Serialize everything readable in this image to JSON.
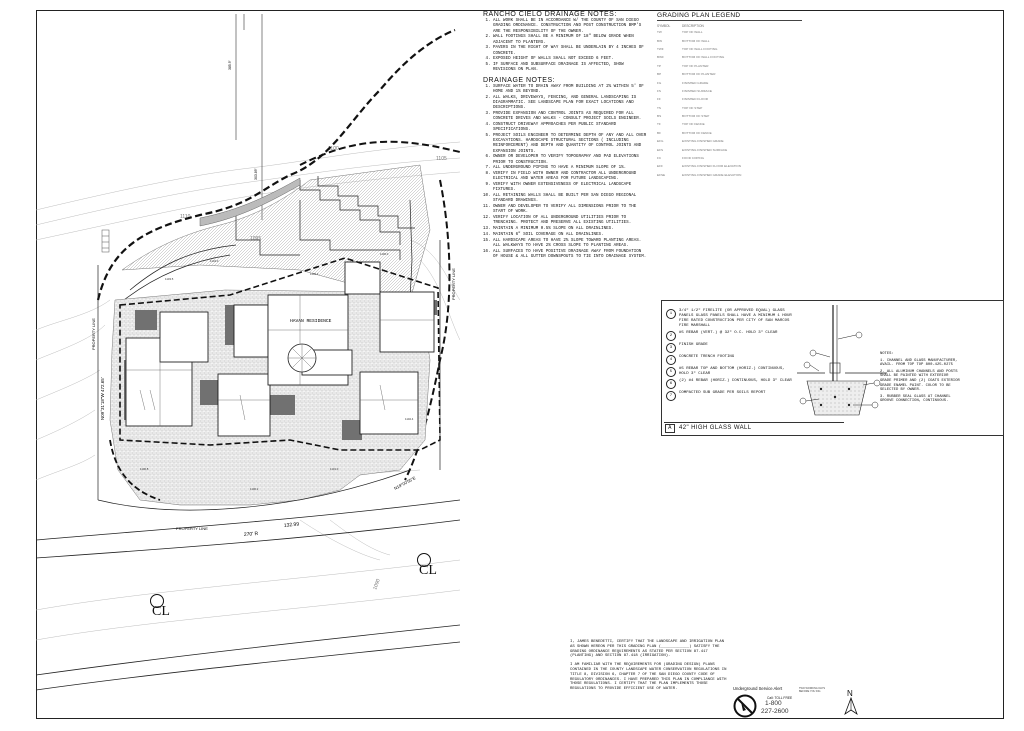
{
  "drainage": {
    "title": "RANCHO CIELO DRAINAGE NOTES:",
    "general_notes": [
      "ALL WORK SHALL BE IN ACCORDANCE W/ THE COUNTY OF SAN DIEGO GRADING ORDINANCE. CONSTRUCTION AND POST CONSTRUCTION BMP'S ARE THE RESPONSIBILITY OF THE OWNER.",
      "WALL FOOTINGS SHALL BE A MINIMUM OF 18\" BELOW GRADE WHEN ADJACENT TO PLANTERS.",
      "PAVERS IN THE RIGHT OF WAY SHALL BE UNDERLAIN BY 4 INCHES OF CONCRETE.",
      "EXPOSED HEIGHT OF WALLS SHALL NOT EXCEED 6 FEET.",
      "IF SURFACE AND SUBSURFACE DRAINAGE IS AFFECTED, SHOW REVISIONS ON PLAN."
    ],
    "subtitle": "DRAINAGE NOTES:",
    "notes": [
      "SURFACE WATER TO DRAIN AWAY FROM BUILDING AT 2% WITHIN 5' OF HOME AND 1% BEYOND.",
      "ALL WALKS, DRIVEWAYS, FENCING, AND GENERAL LANDSCAPING IS DIAGRAMMATIC. SEE LANDSCAPE PLAN FOR EXACT LOCATIONS AND DESCRIPTIONS.",
      "PROVIDE EXPANSION AND CONTROL JOINTS AS REQUIRED FOR ALL CONCRETE DRIVES AND WALKS - CONSULT PROJECT SOILS ENGINEER.",
      "CONSTRUCT DRIVEWAY APPROACHES PER PUBLIC STANDARD SPECIFICATIONS.",
      "PROJECT SOILS ENGINEER TO DETERMINE DEPTH OF ANY AND ALL OVER EXCAVATIONS. HARDSCAPE STRUCTURAL SECTIONS ( INCLUDING REINFORCEMENT) AND DEPTH AND QUANTITY OF CONTROL JOINTS AND EXPANSION JOINTS.",
      "OWNER OR DEVELOPER TO VERIFY TOPOGRAPHY AND PAD ELEVATIONS PRIOR TO CONSTRUCTION.",
      "ALL UNDERGROUND PIPING TO HAVE A MINIMUM SLOPE OF 1%.",
      "VERIFY IN FIELD WITH OWNER AND CONTRACTOR ALL UNDERGROUND ELECTRICAL AND WATER AREAS FOR FUTURE LANDSCAPING.",
      "VERIFY WITH OWNER EXTENSIVENESS OF ELECTRICAL LANDSCAPE FIXTURES.",
      "ALL RETAINING WALLS SHALL BE BUILT PER SAN DIEGO REGIONAL STANDARD DRAWINGS.",
      "OWNER AND DEVELOPER TO VERIFY ALL DIMENSIONS PRIOR TO THE START OF WORK.",
      "VERIFY LOCATION OF ALL UNDERGROUND UTILITIES PRIOR TO TRENCHING. PROTECT AND PRESERVE ALL EXISTING UTILITIES.",
      "MAINTAIN A MINIMUM 0.5% SLOPE ON ALL DRAINLINES.",
      "MAINTAIN 6\" SOIL COVERAGE ON ALL DRAINLINES.",
      "ALL HARDSCAPE AREAS TO HAVE 2% SLOPE TOWARD PLANTING AREAS. ALL WALKWAYS TO HAVE 2% CROSS SLOPE TO PLANTING AREAS.",
      "ALL SURFACES TO HAVE POSITIVE DRAINAGE AWAY FROM FOUNDATION OF HOUSE & ALL GUTTER DOWNSPOUTS TO TIE INTO DRAINAGE SYSTEM."
    ]
  },
  "legend": {
    "title": "GRADING PLAN LEGEND",
    "col_symbol": "SYMBOL",
    "col_description": "DESCRIPTION",
    "rows": [
      [
        "TW",
        "TOP OF WALL"
      ],
      [
        "BW",
        "BOTTOM OF WALL"
      ],
      [
        "TWF",
        "TOP OF WALL FOOTING"
      ],
      [
        "BWF",
        "BOTTOM OF WALL FOOTING"
      ],
      [
        "TP",
        "TOP OF PLANTER"
      ],
      [
        "BP",
        "BOTTOM OF PLANTER"
      ],
      [
        "FG",
        "FINISHED GRADE"
      ],
      [
        "FS",
        "FINISHED SURFACE"
      ],
      [
        "FF",
        "FINISHED FLOOR"
      ],
      [
        "TS",
        "TOP OF STEP"
      ],
      [
        "BS",
        "BOTTOM OF STEP"
      ],
      [
        "TF",
        "TOP OF FENCE"
      ],
      [
        "BF",
        "BOTTOM OF FENCE"
      ],
      [
        "EFG",
        "EXISTING FINISHED GRADE"
      ],
      [
        "EFS",
        "EXISTING FINISHED SURFACE"
      ],
      [
        "FC",
        "FOOD COPING"
      ],
      [
        "EFF",
        "EXISTING FINISHED FLOOR ELEVATION"
      ],
      [
        "EFSE",
        "EXISTING FINISHED GRADE ELEVATION"
      ]
    ]
  },
  "plan": {
    "house_label": "HAVAN RESIDENCE",
    "property_line": "PROPERTY LINE",
    "bearing_left": "N09°31'18\"W 472.65'",
    "bearing_bottom": "N19°00'55\"E",
    "arc_length": "132.99",
    "radius": "270' R",
    "contours": [
      "1100",
      "1105",
      "1110",
      "1095",
      "1090"
    ],
    "centerline": "CL"
  },
  "detail": {
    "items": [
      [
        "1",
        "3/4\" 1/2\" FIRELITE (OR APPROVED EQUAL) GLASS PANELS GLASS PANELS SHALL HAVE A MINIMUM 1 HOUR FIRE RATED CONSTRUCTION PER CITY OF SAN MARCOS FIRE MARSHALL"
      ],
      [
        "2",
        "#5 REBAR (VERT.) @ 32\" O.C. HOLD 3\" CLEAR"
      ],
      [
        "3",
        "FINISH GRADE"
      ],
      [
        "4",
        "CONCRETE TRENCH FOOTING"
      ],
      [
        "5",
        "#5 REBAR TOP AND BOTTOM (HORIZ.) CONTINUOUS, HOLD 3\" CLEAR"
      ],
      [
        "6",
        "(2) #4 REBAR (HORIZ.) CONTINUOUS, HOLD 3\" CLEAR"
      ],
      [
        "7",
        "COMPACTED SUB GRADE PER SOILS REPORT"
      ]
    ],
    "right_notes": [
      "NOTES:",
      "1. CHANNEL AND GLASS MANUFACTURER, AVAIL. FROM TOP TOP 800-425-0275",
      "2. ALL ALUMINUM CHANNELS AND POSTS SHALL BE PAINTED WITH EXTERIOR GRADE PRIMER AND (2) COATS EXTERIOR GRADE ENAMEL PAINT. COLOR TO BE SELECTED BY OWNER.",
      "3. RUBBER SEAL GLASS AT CHANNEL GROOVE CONNECTION, CONTINUOUS."
    ],
    "tag": "A",
    "title": "42\" HIGH GLASS WALL"
  },
  "cert": {
    "p1": "I, JAMES BENEDETTI, CERTIFY THAT THE LANDSCAPE AND IRRIGATION PLAN AS SHOWN HEREON PER THIS GRADING PLAN (____________) SATISFY THE GRADING ORDINANCE REQUIREMENTS AS STATED PER SECTION 87.417 (PLANTING) AND SECTION 87.418 (IRRIGATION).",
    "p2": "I AM FAMILIAR WITH THE REQUIREMENTS FOR (GRADING DESIGN) PLANS CONTAINED IN THE COUNTY LANDSCAPE WATER CONSERVATION REGULATIONS IN TITLE 8, DIVISION 6, CHAPTER 7 OF THE SAN DIEGO COUNTY CODE OF REGULATORY ORDINANCES. I HAVE PREPARED THIS PLAN IN COMPLIANCE WITH THOSE REGULATIONS. I CERTIFY THAT THE PLAN IMPLEMENTS THOSE REGULATIONS TO PROVIDE EFFICIENT USE OF WATER."
  },
  "dig": {
    "title": "Underground Service Alert",
    "call": "Call: TOLL FREE",
    "num1": "1-800",
    "num2": "227-2600",
    "fine": "TWO WORKING DAYS BEFORE YOU DIG"
  },
  "north": "N"
}
